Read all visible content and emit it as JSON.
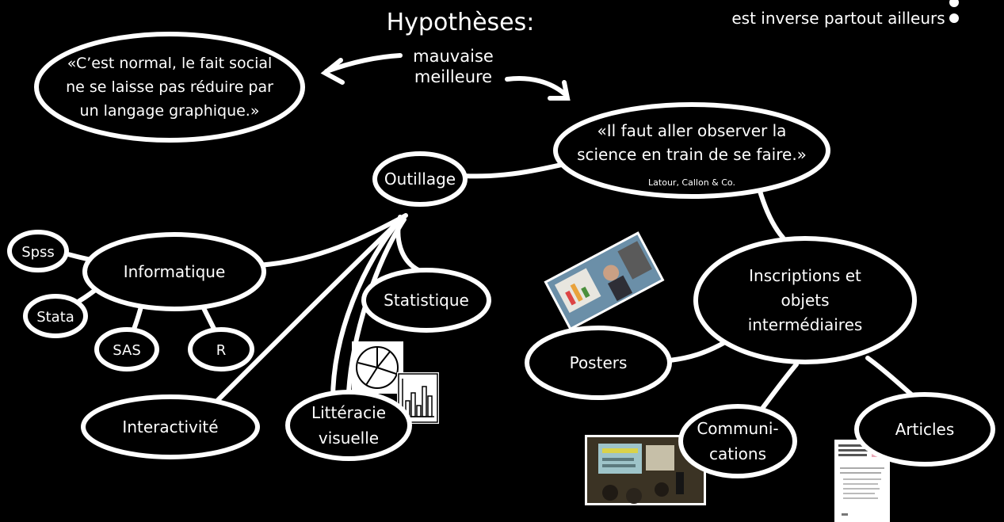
{
  "header": {
    "title": "Hypothèses:",
    "bad_label": "mauvaise",
    "good_label": "meilleure",
    "top_right_note": "est inverse partout ailleurs"
  },
  "quotes": {
    "left_line1": "«C’est normal, le fait social",
    "left_line2": "ne se laisse pas réduire par",
    "left_line3": "un langage graphique.»",
    "right_line1": "«Il faut aller observer la",
    "right_line2": "science en train de se faire.»",
    "right_credit": "Latour, Callon & Co."
  },
  "nodes": {
    "outillage": "Outillage",
    "informatique": "Informatique",
    "spss": "Spss",
    "stata": "Stata",
    "sas": "SAS",
    "r": "R",
    "statistique": "Statistique",
    "interactivite": "Interactivité",
    "litteracie_line1": "Littéracie",
    "litteracie_line2": "visuelle",
    "inscriptions_line1": "Inscriptions et",
    "inscriptions_line2": "objets",
    "inscriptions_line3": "intermédiaires",
    "posters": "Posters",
    "communications_line1": "Communi-",
    "communications_line2": "cations",
    "articles": "Articles"
  }
}
